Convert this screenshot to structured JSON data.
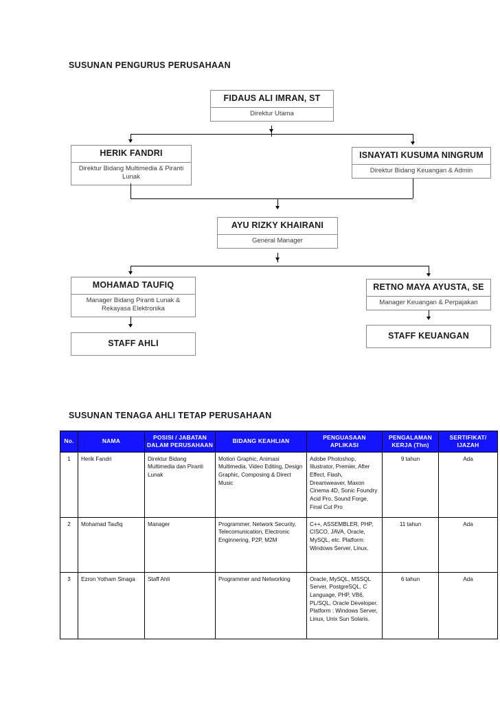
{
  "document": {
    "sections": {
      "org_heading": "SUSUNAN PENGURUS PERUSAHAAN",
      "table_heading": "SUSUNAN TENAGA AHLI TETAP PERUSAHAAN"
    }
  },
  "org_chart": {
    "nodes": {
      "direktur_utama": {
        "name": "FIDAUS ALI IMRAN, ST",
        "title": "Direktur Utama"
      },
      "herik_fandri": {
        "name": "HERIK FANDRI",
        "title": "Direktur Bidang Multimedia & Piranti Lunak"
      },
      "isnayati": {
        "name": "ISNAYATI KUSUMA NINGRUM",
        "title": "Direktur Bidang Keuangan & Admin"
      },
      "general_manager": {
        "name": "AYU RIZKY KHAIRANI",
        "title": "General Manager"
      },
      "mohamad_taufiq": {
        "name": "MOHAMAD TAUFIQ",
        "title": "Manager Bidang Piranti Lunak & Rekayasa Elektronika"
      },
      "retno_maya": {
        "name": "RETNO MAYA AYUSTA, SE",
        "title": "Manager Keuangan & Perpajakan"
      },
      "staff_ahli": {
        "name": "STAFF AHLI"
      },
      "staff_keuangan": {
        "name": "STAFF KEUANGAN"
      }
    }
  },
  "tenaga_table": {
    "header_color": "#1414ff",
    "columns": [
      {
        "key": "no",
        "label": "No.",
        "label2": ""
      },
      {
        "key": "nama",
        "label": "NAMA",
        "label2": ""
      },
      {
        "key": "posisi",
        "label": "POSISI / JABATAN",
        "label2": "DALAM PERUSAHAAN"
      },
      {
        "key": "bidang",
        "label": "BIDANG KEAHLIAN",
        "label2": ""
      },
      {
        "key": "aplikasi",
        "label": "PENGUASAAN",
        "label2": "APLIKASI"
      },
      {
        "key": "pengalaman",
        "label": "PENGALAMAN",
        "label2": "KERJA (Thn)"
      },
      {
        "key": "sertifikat",
        "label": "SERTIFIKAT/",
        "label2": "IJAZAH"
      }
    ],
    "rows": [
      {
        "no": "1",
        "nama": "Herik Fandri",
        "posisi": "Direktur Bidang Multimedia dan Piranti Lunak",
        "bidang": "Motion Graphic, Animasi Multimedia, Video Editing, Design Graphic, Composing & Direct Music",
        "aplikasi": "Adobe Photoshop, Illustrator, Premier, After Effect, Flash, Dreamweaver, Maxon Cinema 4D, Sonic Foundry Acid Pro, Sound Forge, Final Cut Pro",
        "pengalaman": "9 tahun",
        "sertifikat": "Ada"
      },
      {
        "no": "2",
        "nama": "Mohamad Taufiq",
        "posisi": "Manager",
        "bidang": "Programmer, Network Security, Telecomunication, Electronic Enginnering, P2P, M2M",
        "aplikasi": "C++, ASSEMBLER, PHP, CISCO, JAVA, Oracle, MySQL, etc. Platform: Windows Server, Linux.",
        "pengalaman": "11 tahun",
        "sertifikat": "Ada"
      },
      {
        "no": "3",
        "nama": "Ezron Yotham Sinaga",
        "posisi": "Staff Ahli",
        "bidang": "Programmer and Networking",
        "aplikasi": "Oracle, MySQL, MSSQL Server, PostgreSQL, C Language, PHP, VB6, PL/SQL, Oracle Developer. Platform : Windows Server, Linux, Unix Sun Solaris.",
        "pengalaman": "6 tahun",
        "sertifikat": "Ada"
      }
    ]
  }
}
